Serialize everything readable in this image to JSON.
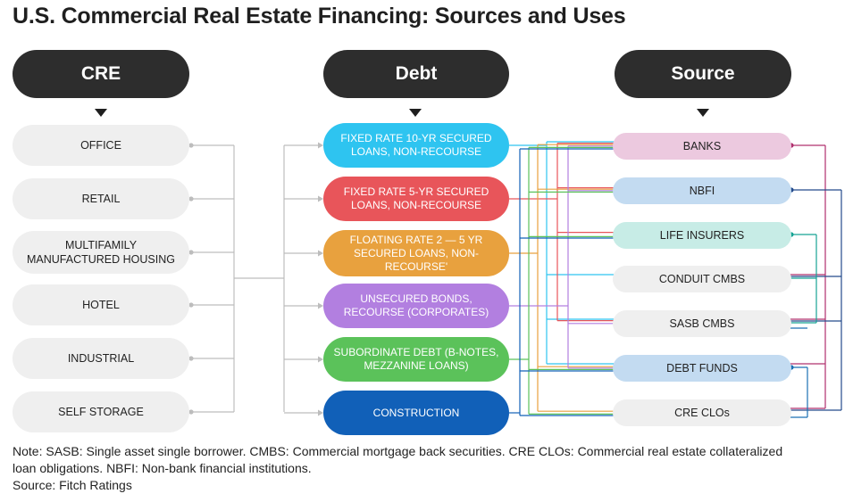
{
  "title": "U.S. Commercial Real Estate Financing: Sources and Uses",
  "columns": {
    "cre": "CRE",
    "debt": "Debt",
    "source": "Source"
  },
  "cre_items": [
    {
      "label": "OFFICE"
    },
    {
      "label": "RETAIL"
    },
    {
      "label": "MULTIFAMILY\nMANUFACTURED HOUSING"
    },
    {
      "label": "HOTEL"
    },
    {
      "label": "INDUSTRIAL"
    },
    {
      "label": "SELF STORAGE"
    }
  ],
  "debt_items": [
    {
      "label": "FIXED RATE 10-YR SECURED LOANS, NON-RECOURSE",
      "color": "#2ec4f0"
    },
    {
      "label": "FIXED RATE 5-YR SECURED LOANS, NON-RECOURSE",
      "color": "#e8555a"
    },
    {
      "label": "FLOATING RATE 2 — 5 YR SECURED LOANS, NON-RECOURSE'",
      "color": "#e8a13e"
    },
    {
      "label": "UNSECURED BONDS, RECOURSE (CORPORATES)",
      "color": "#b27fe0"
    },
    {
      "label": "SUBORDINATE DEBT (B-NOTES, MEZZANINE LOANS)",
      "color": "#5bc25a"
    },
    {
      "label": "CONSTRUCTION",
      "color": "#1160b8"
    }
  ],
  "source_items": [
    {
      "label": "BANKS",
      "color": "#ecc9df",
      "dot": "#b0306e"
    },
    {
      "label": "NBFI",
      "color": "#c3dbf1",
      "dot": "#244b8c"
    },
    {
      "label": "LIFE INSURERS",
      "color": "#c7ece6",
      "dot": "#16a394"
    },
    {
      "label": "CONDUIT CMBS",
      "color": "#efefef",
      "dot": "#c0c0c0"
    },
    {
      "label": "SASB CMBS",
      "color": "#efefef",
      "dot": "#c0c0c0"
    },
    {
      "label": "DEBT FUNDS",
      "color": "#c3dbf1",
      "dot": "#1b6fb3"
    },
    {
      "label": "CRE CLOs",
      "color": "#efefef",
      "dot": "#c0c0c0"
    }
  ],
  "note": {
    "line1": "Note: SASB: Single asset single borrower. CMBS: Commercial mortgage back securities. CRE CLOs: Commercial real estate collateralized",
    "line2": "loan obligations. NBFI: Non-bank financial institutions.",
    "line3": "Source: Fitch Ratings"
  }
}
